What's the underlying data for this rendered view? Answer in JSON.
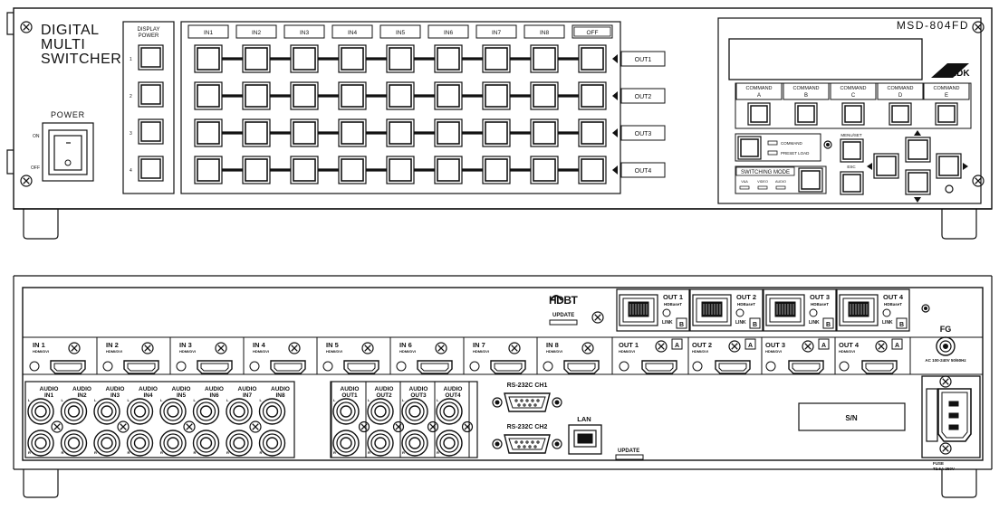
{
  "front": {
    "brand_lines": [
      "DIGITAL",
      "MULTI",
      "SWITCHER"
    ],
    "model": "MSD-804FD",
    "logo": "IDK",
    "power_label": "POWER",
    "power_on": "ON",
    "power_off": "OFF",
    "display_power_lines": [
      "DISPLAY",
      "POWER"
    ],
    "display_power_numbers": [
      "1",
      "2",
      "3",
      "4"
    ],
    "inputs": [
      "IN1",
      "IN2",
      "IN3",
      "IN4",
      "IN5",
      "IN6",
      "IN7",
      "IN8"
    ],
    "off_label": "OFF",
    "outputs": [
      "OUT1",
      "OUT2",
      "OUT3",
      "OUT4"
    ],
    "commands": [
      {
        "top": "COMMAND",
        "letter": "A"
      },
      {
        "top": "COMMAND",
        "letter": "B"
      },
      {
        "top": "COMMAND",
        "letter": "C"
      },
      {
        "top": "COMMAND",
        "letter": "D"
      },
      {
        "top": "COMMAND",
        "letter": "E"
      }
    ],
    "command_led": "COMMAND",
    "preset_led": "PRESET LOAD",
    "switching_mode": "SWITCHING MODE",
    "modes": [
      "V&A",
      "VIDEO",
      "AUDIO"
    ],
    "menu_set": "MENU/SET",
    "esc": "ESC"
  },
  "rear": {
    "hdbt_logo": "HDBT",
    "update_label": "UPDATE",
    "hdbt_outputs": [
      {
        "name": "OUT 1",
        "sub": "HDBaseT"
      },
      {
        "name": "OUT 2",
        "sub": "HDBaseT"
      },
      {
        "name": "OUT 3",
        "sub": "HDBaseT"
      },
      {
        "name": "OUT 4",
        "sub": "HDBaseT"
      }
    ],
    "link_label": "LINK",
    "b_label": "B",
    "a_label": "A",
    "hdmi_inputs": [
      {
        "name": "IN 1",
        "sub": "HDMI/DVI"
      },
      {
        "name": "IN 2",
        "sub": "HDMI/DVI"
      },
      {
        "name": "IN 3",
        "sub": "HDMI/DVI"
      },
      {
        "name": "IN 4",
        "sub": "HDMI/DVI"
      },
      {
        "name": "IN 5",
        "sub": "HDMI/DVI"
      },
      {
        "name": "IN 6",
        "sub": "HDMI/DVI"
      },
      {
        "name": "IN 7",
        "sub": "HDMI/DVI"
      },
      {
        "name": "IN 8",
        "sub": "HDMI/DVI"
      }
    ],
    "hdmi_outputs": [
      {
        "name": "OUT 1",
        "sub": "HDMI/DVI"
      },
      {
        "name": "OUT 2",
        "sub": "HDMI/DVI"
      },
      {
        "name": "OUT 3",
        "sub": "HDMI/DVI"
      },
      {
        "name": "OUT 4",
        "sub": "HDMI/DVI"
      }
    ],
    "fg_label": "FG",
    "ac_label": "AC 100-240V 50/60Hz",
    "audio_inputs": [
      {
        "top": "AUDIO",
        "bottom": "IN1"
      },
      {
        "top": "AUDIO",
        "bottom": "IN2"
      },
      {
        "top": "AUDIO",
        "bottom": "IN3"
      },
      {
        "top": "AUDIO",
        "bottom": "IN4"
      },
      {
        "top": "AUDIO",
        "bottom": "IN5"
      },
      {
        "top": "AUDIO",
        "bottom": "IN6"
      },
      {
        "top": "AUDIO",
        "bottom": "IN7"
      },
      {
        "top": "AUDIO",
        "bottom": "IN8"
      }
    ],
    "audio_outputs": [
      {
        "top": "AUDIO",
        "bottom": "OUT1"
      },
      {
        "top": "AUDIO",
        "bottom": "OUT2"
      },
      {
        "top": "AUDIO",
        "bottom": "OUT3"
      },
      {
        "top": "AUDIO",
        "bottom": "OUT4"
      }
    ],
    "l_label": "L",
    "r_label": "R",
    "rs232_ch1": "RS-232C CH1",
    "rs232_ch2": "RS-232C CH2",
    "lan_label": "LAN",
    "sn_label": "S/N",
    "fuse_lines": [
      "FUSE",
      "T2.5A 250V"
    ]
  }
}
